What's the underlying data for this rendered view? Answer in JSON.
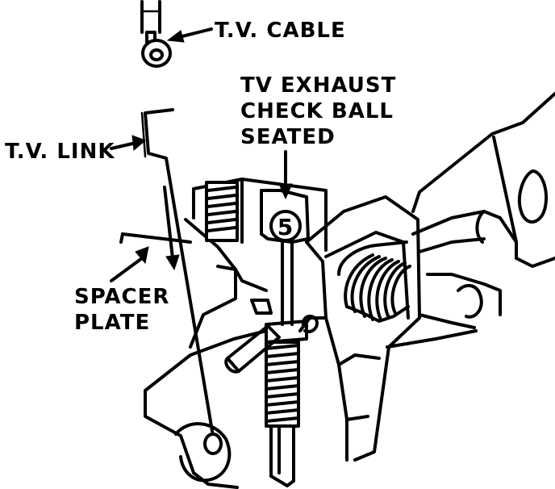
{
  "labels": {
    "tv_cable": "T.V. CABLE",
    "tv_exhaust_line1": "TV EXHAUST",
    "tv_exhaust_line2": "CHECK BALL",
    "tv_exhaust_line3": "SEATED",
    "tv_link": "T.V. LINK",
    "spacer_plate_line1": "SPACER",
    "spacer_plate_line2": "PLATE",
    "callout_number": "5"
  },
  "colors": {
    "ink": "#000000",
    "paper": "#ffffff"
  }
}
